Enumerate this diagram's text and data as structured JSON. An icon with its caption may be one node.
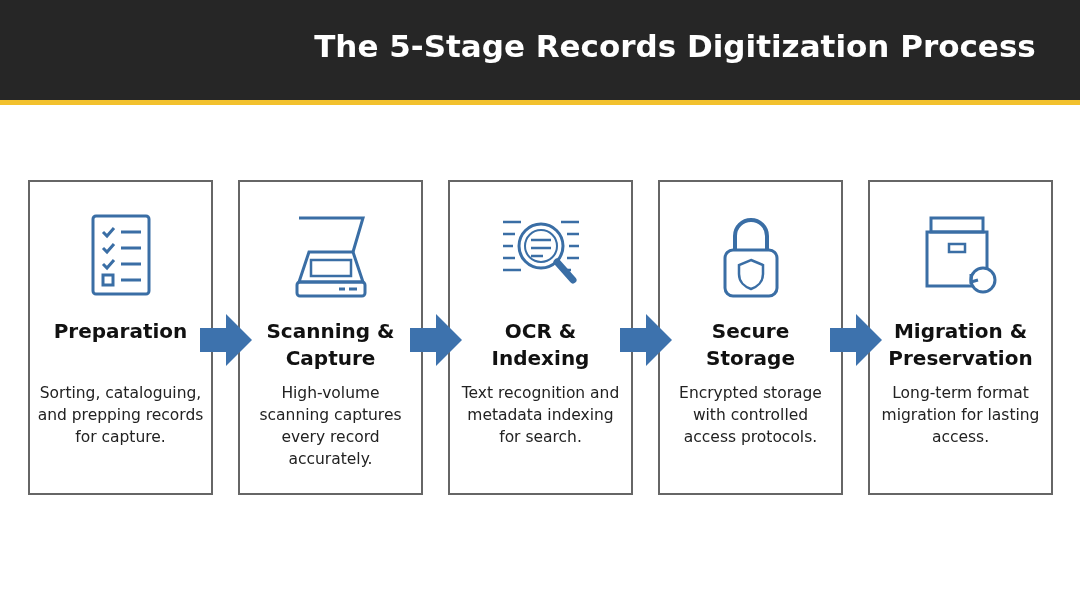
{
  "diagram": {
    "title": "The 5-Stage Records Digitization Process",
    "nodes": [
      {
        "text": [
          "Preparation",
          "Sorting, cataloguing, and prepping records for capture."
        ]
      },
      {
        "text": [
          "Scanning & Capture",
          "High-volume scanning captures every record accurately."
        ]
      },
      {
        "text": [
          "OCR & Indexing",
          "Text recognition and metadata indexing for search."
        ]
      },
      {
        "text": [
          "Secure Storage",
          "Encrypted storage with controlled access protocols."
        ]
      },
      {
        "text": [
          "Migration & Preservation",
          "Long-term format migration for lasting access."
        ]
      }
    ],
    "edges": [
      {
        "from": 0,
        "to": 1,
        "arrow": "to"
      },
      {
        "from": 1,
        "to": 2,
        "arrow": "to"
      },
      {
        "from": 2,
        "to": 3,
        "arrow": "to"
      },
      {
        "from": 3,
        "to": 4,
        "arrow": "to"
      }
    ]
  }
}
